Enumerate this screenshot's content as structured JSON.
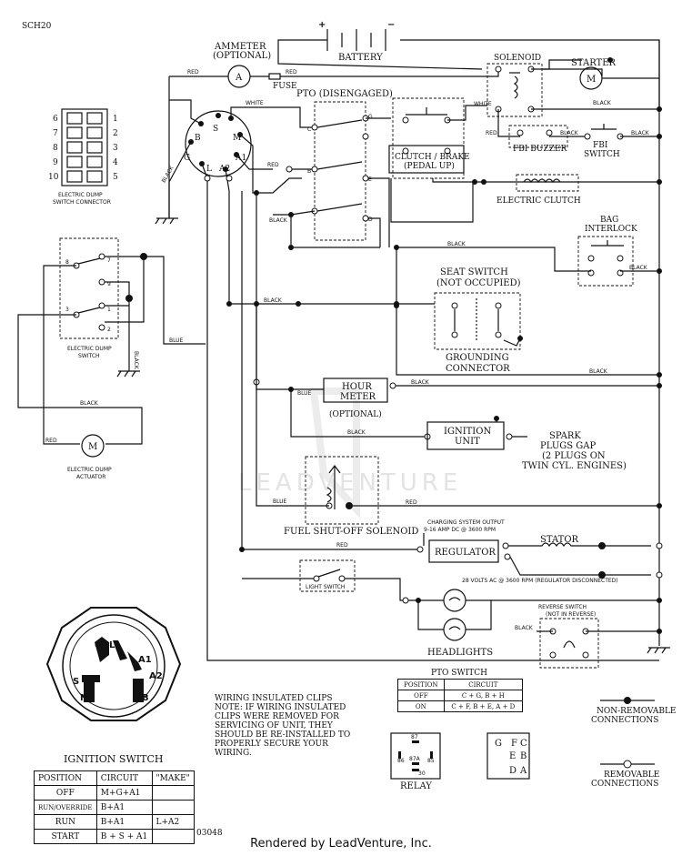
{
  "diagram_id": "SCH20",
  "drawing_number": "03048",
  "footer": "Rendered by LeadVenture, Inc.",
  "watermark": "LEADVENTURE",
  "components": {
    "battery": "BATTERY",
    "battery_plus": "+",
    "battery_minus": "−",
    "ammeter": "AMMETER",
    "ammeter_optional": "(OPTIONAL)",
    "ammeter_symbol": "A",
    "fuse": "FUSE",
    "solenoid": "SOLENOID",
    "starter": "STARTER",
    "motor_symbol": "M",
    "pto_disengaged": "PTO (DISENGAGED)",
    "clutch_brake": "CLUTCH / BRAKE",
    "pedal_up": "(PEDAL UP)",
    "fbi_buzzer": "FBI BUZZER",
    "fbi": "FBI",
    "switch": "SWITCH",
    "electric_clutch": "ELECTRIC CLUTCH",
    "bag": "BAG",
    "interlock": "INTERLOCK",
    "seat_switch": "SEAT SWITCH",
    "not_occupied": "(NOT OCCUPIED)",
    "grounding": "GROUNDING",
    "connector": "CONNECTOR",
    "hour": "HOUR",
    "meter": "METER",
    "hour_optional": "(OPTIONAL)",
    "ignition_unit_1": "IGNITION",
    "ignition_unit_2": "UNIT",
    "spark_1": "SPARK",
    "spark_2": "PLUGS GAP",
    "spark_3": "(2 PLUGS ON",
    "spark_4": "TWIN CYL. ENGINES)",
    "fuel_shutoff": "FUEL SHUT-OFF SOLENOID",
    "charging_1": "CHARGING SYSTEM OUTPUT",
    "charging_2": "9-16 AMP DC @ 3600 RPM",
    "regulator": "REGULATOR",
    "stator": "STATOR",
    "stator_note": "28 VOLTS AC @ 3600 RPM (REGULATOR DISCONNECTED)",
    "light_switch": "LIGHT SWITCH",
    "headlights": "HEADLIGHTS",
    "reverse_switch": "REVERSE SWITCH",
    "not_in_reverse": "(NOT IN REVERSE)",
    "dump_conn_1": "ELECTRIC DUMP",
    "dump_conn_2": "SWITCH CONNECTOR",
    "dump_switch_1": "ELECTRIC DUMP",
    "dump_switch_2": "SWITCH",
    "dump_act_1": "ELECTRIC DUMP",
    "dump_act_2": "ACTUATOR",
    "relay": "RELAY",
    "ignition_switch": "IGNITION SWITCH"
  },
  "wire_colors": {
    "red": "RED",
    "white": "WHITE",
    "black": "BLACK",
    "blue": "BLUE"
  },
  "terminals": {
    "B": "B",
    "S": "S",
    "M": "M",
    "G": "G",
    "L": "L",
    "A1": "A1",
    "A2": "A2",
    "C": "C",
    "D": "D",
    "E": "E",
    "F": "F",
    "H": "H",
    "conn_left": [
      "6",
      "7",
      "8",
      "9",
      "10"
    ],
    "conn_right": [
      "1",
      "2",
      "3",
      "4",
      "5"
    ],
    "dump_pins": [
      "8",
      "7",
      "9",
      "3",
      "1",
      "2"
    ],
    "relay_pins": [
      "87",
      "87A",
      "86",
      "85",
      "30"
    ],
    "pto_pins": [
      "G",
      "F",
      "C",
      "E",
      "B",
      "D",
      "A"
    ],
    "ign_keys": [
      "G",
      "L",
      "A1",
      "A2",
      "S",
      "B",
      "M"
    ]
  },
  "notes": {
    "clips_1": "WIRING INSULATED CLIPS",
    "clips_2": "NOTE:  IF WIRING INSULATED",
    "clips_3": "CLIPS WERE REMOVED FOR",
    "clips_4": "SERVICING OF UNIT, THEY",
    "clips_5": "SHOULD BE RE-INSTALLED TO",
    "clips_6": "PROPERLY SECURE YOUR",
    "clips_7": "WIRING."
  },
  "legend": {
    "non_removable_1": "NON-REMOVABLE",
    "non_removable_2": "CONNECTIONS",
    "removable_1": "REMOVABLE",
    "removable_2": "CONNECTIONS"
  },
  "pto_table": {
    "title": "PTO SWITCH",
    "headers": [
      "POSITION",
      "CIRCUIT"
    ],
    "rows": [
      [
        "OFF",
        "C + G, B + H"
      ],
      [
        "ON",
        "C + F, B + E, A + D"
      ]
    ]
  },
  "ignition_table": {
    "headers": [
      "POSITION",
      "CIRCUIT",
      "\"MAKE\""
    ],
    "rows": [
      [
        "OFF",
        "M+G+A1",
        ""
      ],
      [
        "RUN/OVERRIDE",
        "B+A1",
        ""
      ],
      [
        "RUN",
        "B+A1",
        "L+A2"
      ],
      [
        "START",
        "B + S + A1",
        ""
      ]
    ]
  }
}
